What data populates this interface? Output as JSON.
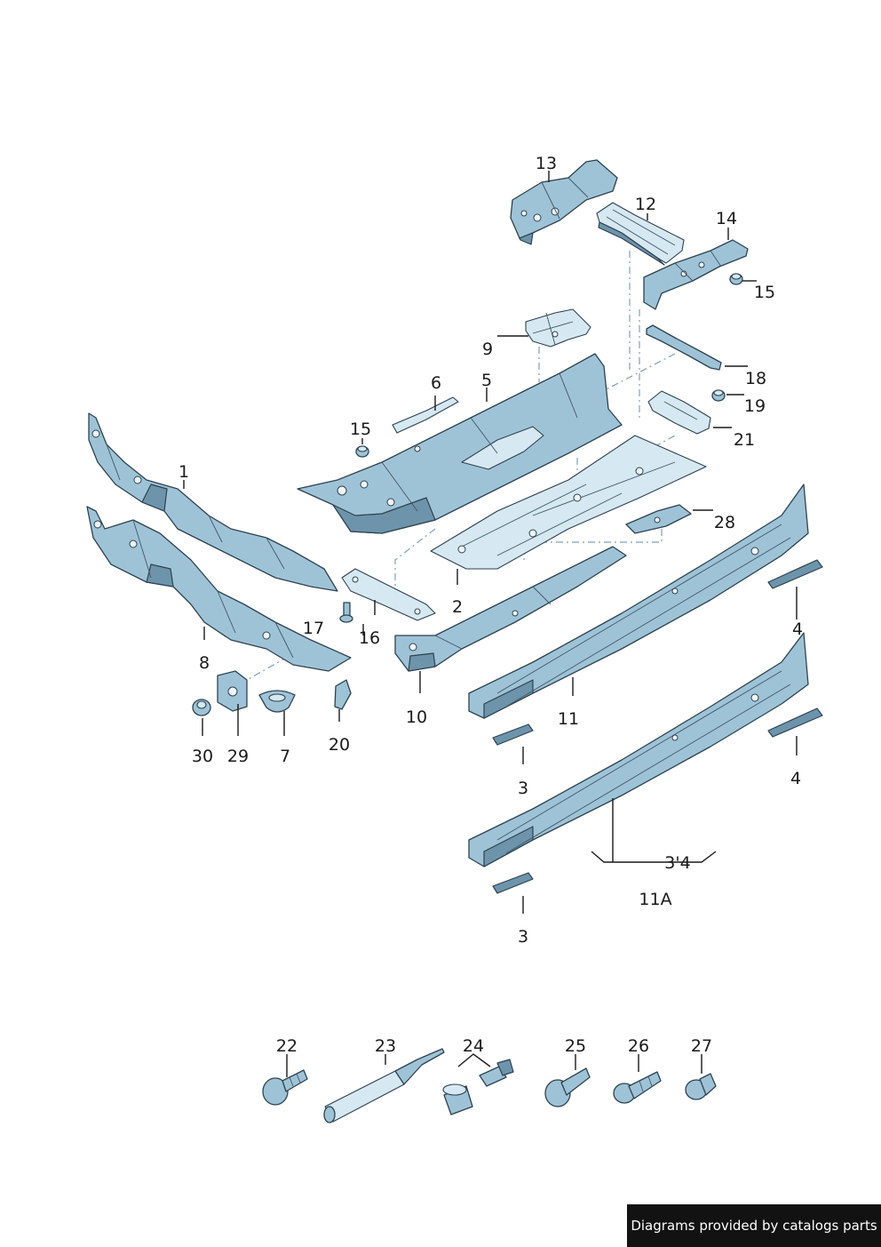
{
  "labels": {
    "l1": "1",
    "l2": "2",
    "l3a": "3",
    "l3b": "3",
    "l4a": "4",
    "l4b": "4",
    "l5": "5",
    "l6": "6",
    "l7": "7",
    "l8": "8",
    "l9": "9",
    "l10": "10",
    "l11": "11",
    "l11a": "11A",
    "l11a_note": "3'4",
    "l12": "12",
    "l13": "13",
    "l14": "14",
    "l15a": "15",
    "l15b": "15",
    "l16": "16",
    "l17": "17",
    "l18": "18",
    "l19": "19",
    "l20": "20",
    "l21": "21",
    "l22": "22",
    "l23": "23",
    "l24": "24",
    "l25": "25",
    "l26": "26",
    "l27": "27",
    "l28": "28",
    "l29": "29",
    "l30": "30"
  },
  "watermark": "Diagrams provided by catalogs parts",
  "colors": {
    "part_fill": "#9fc3d6",
    "part_outline": "#2d4250",
    "watermark_bg": "#121212"
  }
}
